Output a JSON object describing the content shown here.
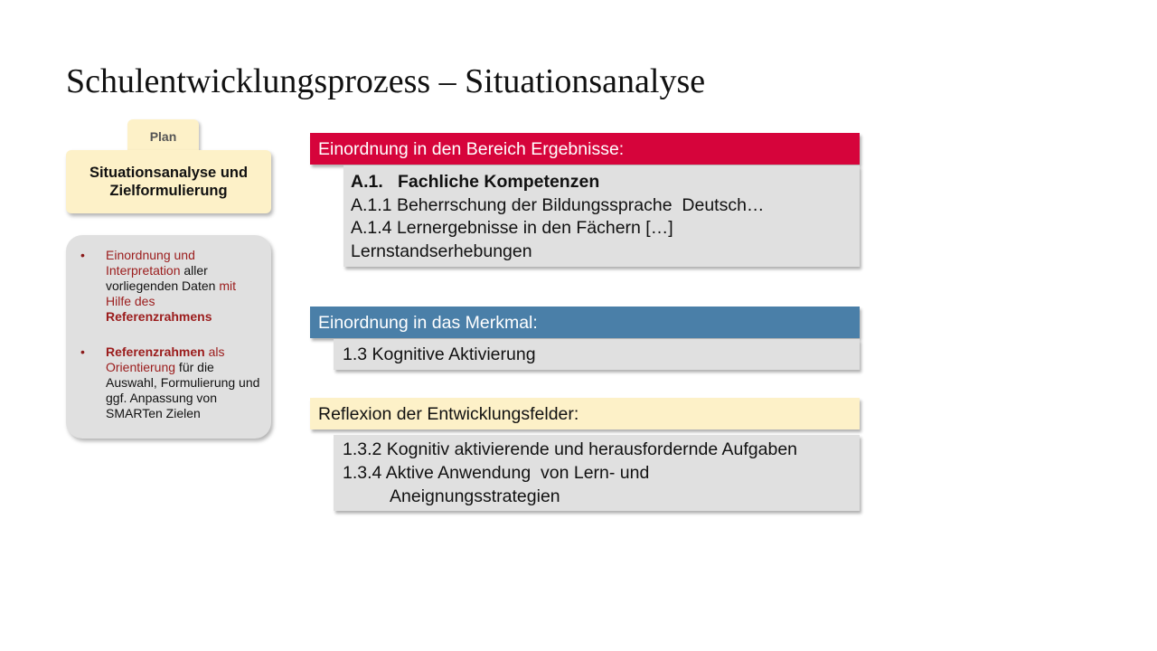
{
  "title": "Schulentwicklungsprozess – Situationsanalyse",
  "left": {
    "tab_label": "Plan",
    "plan_title_line1": "Situationsanalyse und",
    "plan_title_line2": "Zielformulierung",
    "bullet1": {
      "r1": "Einordnung und Interpretation",
      "t1": " aller vorliegenden Daten ",
      "r2": "mit Hilfe des ",
      "rb": "Referenzrahmens"
    },
    "bullet2": {
      "rb": "Referenzrahmen",
      "r1": " als Orientierung",
      "t1": " für die Auswahl, Formulierung und ggf. Anpassung von SMARTen Zielen"
    },
    "bullet_char": "•"
  },
  "sections": {
    "ergebnisse": {
      "header": "Einordnung  in den Bereich Ergebnisse:",
      "color": "#d6043b",
      "line1": "A.1.   Fachliche Kompetenzen",
      "line2": "A.1.1 Beherrschung der Bildungssprache  Deutsch…",
      "line3": "A.1.4 Lernergebnisse in den Fächern […]",
      "line4": "Lernstandserhebungen"
    },
    "merkmal": {
      "header": "Einordnung  in das Merkmal:",
      "color": "#4a7fa8",
      "line1": "1.3 Kognitive Aktivierung"
    },
    "reflexion": {
      "header": "Reflexion der Entwicklungsfelder:",
      "color": "#fdf1c8",
      "line1": "1.3.2 Kognitiv aktivierende und herausfordernde Aufgaben",
      "line2": "1.3.4 Aktive Anwendung  von Lern- und",
      "line3": "Aneignungsstrategien"
    }
  }
}
